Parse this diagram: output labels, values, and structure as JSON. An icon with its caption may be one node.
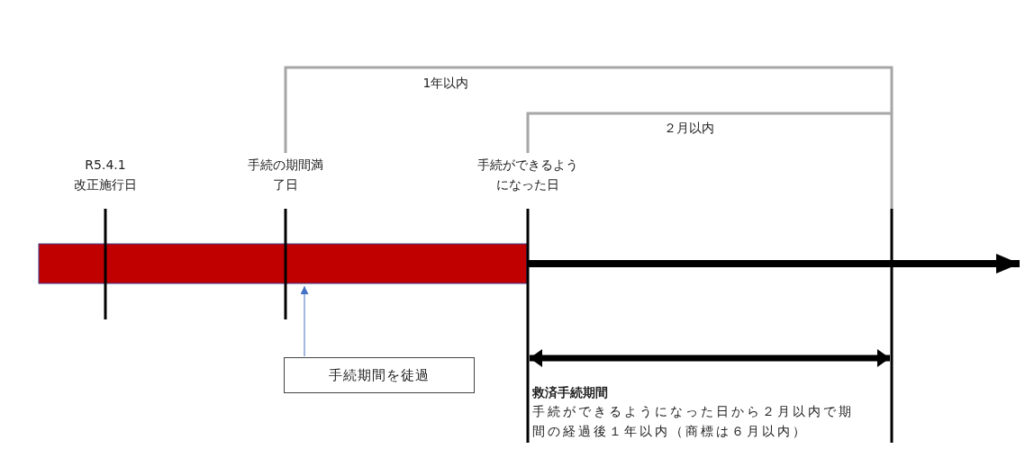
{
  "diagram": {
    "nodes": [
      {
        "text": [],
        "shape": "bar"
      },
      {
        "text": [
          "手続期間を徒過"
        ]
      }
    ],
    "edges": [
      {
        "from": 1,
        "to": 0,
        "arrow": "to",
        "color": "#4472c4"
      }
    ],
    "labels": [
      "1年以内",
      "２月以内",
      "R5.4.1",
      "改正施行日",
      "手続の期間満了日",
      "手続ができるようになった日",
      "救済手続期間",
      "手続ができるようになった日から２月以内で期間の経過後１年以内（商標は６月以内）"
    ]
  }
}
